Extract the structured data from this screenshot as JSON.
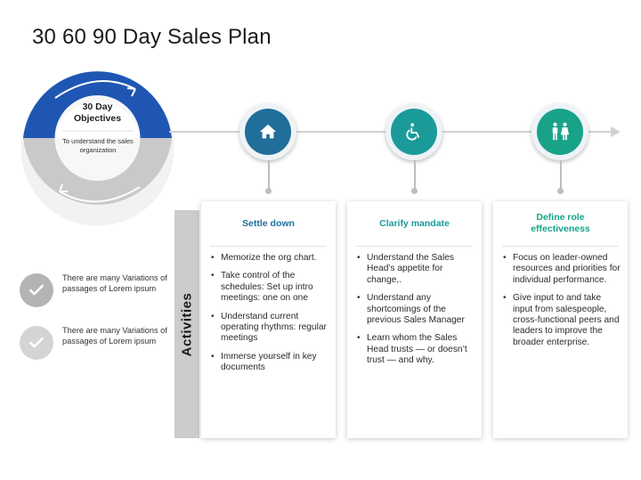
{
  "title": "30 60 90 Day Sales Plan",
  "objectives": {
    "title_line1": "30 Day",
    "title_line2": "Objectives",
    "subtitle": "To understand the sales organization"
  },
  "colors": {
    "blue": "#1f56b4",
    "teal_dark": "#1f6f9a",
    "teal": "#1a9b9a",
    "green": "#18a389",
    "grey": "#c5c5c5"
  },
  "nodes": [
    {
      "icon": "home-icon"
    },
    {
      "icon": "wheelchair-icon"
    },
    {
      "icon": "people-icon"
    }
  ],
  "activities_label": "Activities",
  "cards": [
    {
      "title": "Settle down",
      "color": "#1f6f9a",
      "bullets": [
        "Memorize the org chart.",
        "Take control of the schedules: Set up intro meetings: one on one",
        "Understand current operating rhythms: regular meetings",
        "Immerse yourself in key documents"
      ]
    },
    {
      "title": "Clarify mandate",
      "color": "#1a9b9a",
      "bullets": [
        "Understand the Sales Head’s appetite for change,.",
        "Understand any shortcomings of the previous Sales Manager",
        "Learn whom the Sales Head trusts — or doesn’t trust — and why."
      ]
    },
    {
      "title": "Define role effectiveness",
      "color": "#18a389",
      "bullets": [
        "Focus on leader-owned resources and priorities for individual performance.",
        "Give input to and take input from salespeople, cross-functional peers and leaders to improve the broader enterprise."
      ]
    }
  ],
  "checks": [
    {
      "text": "There are many Variations of passages of Lorem ipsum"
    },
    {
      "text": "There are many Variations of passages of Lorem ipsum"
    }
  ]
}
